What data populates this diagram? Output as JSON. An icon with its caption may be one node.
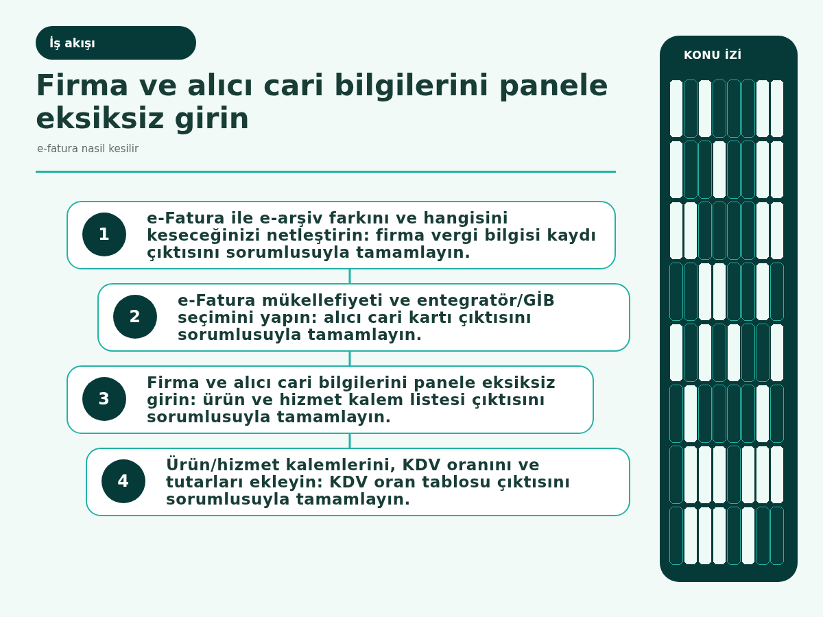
{
  "diagram": {
    "title": "Firma ve alıcı cari bilgilerini panele eksiksiz girin",
    "nodes": [
      {
        "text": [
          "İş akışı"
        ]
      },
      {
        "text": [
          "e-Fatura ile e-arşiv farkını ve hangisini keseceğinizi netleştirin: firma vergi bilgisi kaydı çıktısını sorumlusuyla tamamlayın."
        ]
      },
      {
        "text": [
          "1"
        ],
        "in": 1
      },
      {
        "text": [
          "e-Fatura mükellefiyeti ve entegratör/GİB seçimini yapın: alıcı cari kartı çıktısını sorumlusuyla tamamlayın."
        ]
      },
      {
        "text": [
          "2"
        ],
        "in": 3
      },
      {
        "text": [
          "Firma ve alıcı cari bilgilerini panele eksiksiz girin: ürün ve hizmet kalem listesi çıktısını sorumlusuyla tamamlayın."
        ]
      },
      {
        "text": [
          "3"
        ],
        "in": 5
      },
      {
        "text": [
          "Ürün/hizmet kalemlerini, KDV oranını ve tutarları ekleyin: KDV oran tablosu çıktısını sorumlusuyla tamamlayın."
        ]
      },
      {
        "text": [
          "4"
        ],
        "in": 7
      },
      {
        "text": [
          "KONU İZİ"
        ]
      }
    ],
    "edges": [
      {
        "from": 1,
        "to": 3,
        "arrow": "none"
      },
      {
        "from": 3,
        "to": 5,
        "arrow": "none"
      },
      {
        "from": 5,
        "to": 7,
        "arrow": "none"
      }
    ],
    "labels": [
      "e-fatura nasil kesilir"
    ]
  }
}
